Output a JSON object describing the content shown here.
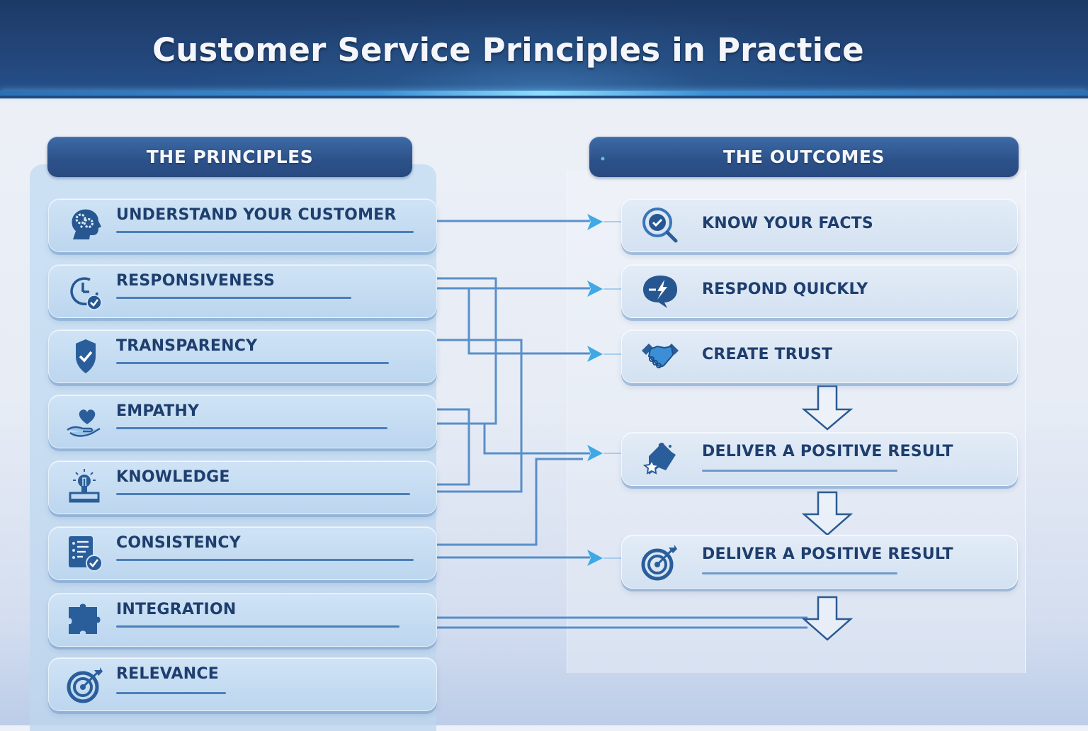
{
  "title": "Customer Service Principles in Practice",
  "columns": {
    "left_header": "THE PRINCIPLES",
    "right_header": "THE OUTCOMES"
  },
  "principles": [
    {
      "label": "UNDERSTAND YOUR CUSTOMER",
      "icon": "head-gears-icon"
    },
    {
      "label": "RESPONSIVENESS",
      "icon": "clock-check-icon"
    },
    {
      "label": "TRANSPARENCY",
      "icon": "shield-check-icon"
    },
    {
      "label": "EMPATHY",
      "icon": "heart-hand-icon"
    },
    {
      "label": "KNOWLEDGE",
      "icon": "lightbulb-book-icon"
    },
    {
      "label": "CONSISTENCY",
      "icon": "checklist-icon"
    },
    {
      "label": "INTEGRATION",
      "icon": "puzzle-piece-icon"
    },
    {
      "label": "RELEVANCE",
      "icon": "target-icon"
    }
  ],
  "outcomes": [
    {
      "label": "KNOW YOUR FACTS",
      "icon": "magnifier-check-icon"
    },
    {
      "label": "RESPOND QUICKLY",
      "icon": "chat-lightning-icon"
    },
    {
      "label": "CREATE TRUST",
      "icon": "handshake-icon"
    },
    {
      "label": "DELIVER A POSITIVE RESULT",
      "icon": "puzzle-star-icon"
    },
    {
      "label": "DELIVER A POSITIVE RESULT",
      "icon": "target-icon"
    }
  ],
  "colors": {
    "header_navy": "#1f3d6b",
    "pill_blue": "#2c5189",
    "text_navy": "#1e3e6e",
    "connector_blue": "#4a86c5",
    "arrow_cyan": "#3fa9e6",
    "icon_blue": "#2a5a94"
  }
}
